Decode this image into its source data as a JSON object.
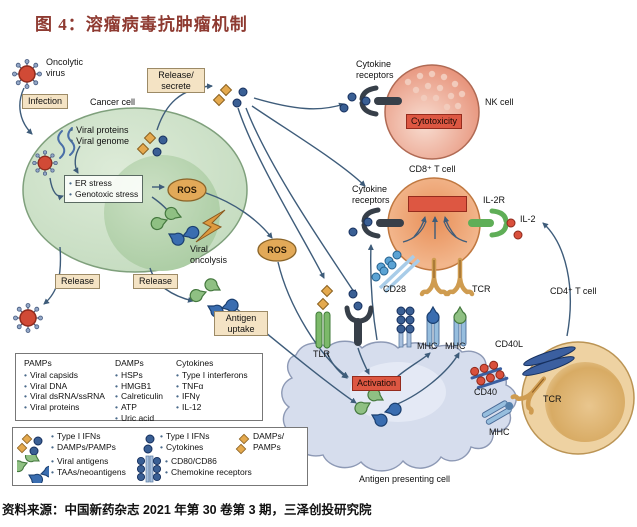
{
  "title": "图 4：溶瘤病毒抗肿瘤机制",
  "source": "资料来源：中国新药杂志 2021 年第 30 卷第 3 期，三泽创投研究院",
  "colors": {
    "title_red": "#8e3a31",
    "arrow": "#3e5c7a",
    "cancer_cell_green": "#cbe0c6",
    "nk_cell_salmon": "#e8947b",
    "cd8_cell_orange": "#f0b085",
    "cd4_cell_tan": "#eed2a2",
    "apc_blue": "#d6dded",
    "label_box_tan": "#f4e3c4",
    "alert_red": "#dd5742"
  },
  "labels": {
    "oncolytic_virus": "Oncolytic virus",
    "infection": "Infection",
    "cancer_cell": "Cancer cell",
    "viral_proteins": "Viral proteins",
    "viral_genome": "Viral genome",
    "er_stress": "ER stress",
    "genotoxic_stress": "Genotoxic stress",
    "ros": "ROS",
    "release_secrete": [
      "Release/",
      "secrete"
    ],
    "release": "Release",
    "viral_oncolysis": "Viral oncolysis",
    "antigen_uptake": "Antigen uptake",
    "cytokine_receptors": "Cytokine receptors",
    "cytotoxicity": "Cytotoxicity",
    "nk_cell": "NK cell",
    "cd8_t_cell": "CD8⁺ T cell",
    "il2r": "IL-2R",
    "il2": "IL-2",
    "cd28": "CD28",
    "tcr": "TCR",
    "cd4_t_cell": "CD4⁺ T cell",
    "cd40l": "CD40L",
    "cd40": "CD40",
    "mhc": "MHC",
    "tlr": "TLR",
    "activation": "Activation",
    "antigen_presenting_cell": "Antigen presenting cell"
  },
  "pamps_box": {
    "columns": [
      {
        "title": "PAMPs",
        "items": [
          "Viral capsids",
          "Viral DNA",
          "Viral dsRNA/ssRNA",
          "Viral proteins"
        ]
      },
      {
        "title": "DAMPs",
        "items": [
          "HSPs",
          "HMGB1",
          "Calreticulin",
          "ATP",
          "Uric acid"
        ]
      },
      {
        "title": "Cytokines",
        "items": [
          "Type I interferons",
          "TNFα",
          "IFNγ",
          "IL-12"
        ]
      }
    ]
  },
  "legend": {
    "items": [
      {
        "icon": "diamonds-and-circles",
        "lines": [
          "Type I IFNs",
          "DAMPs/PAMPs"
        ]
      },
      {
        "icon": "blue-circles",
        "lines": [
          "Type I IFNs",
          "Cytokines"
        ]
      },
      {
        "icon": "orange-diamonds",
        "lines": [
          "DAMPs/",
          "PAMPs"
        ]
      },
      {
        "icon": "pacman-antigens",
        "lines": [
          "Viral antigens",
          "TAAs/neoantigens"
        ]
      },
      {
        "icon": "receptor-with-circles",
        "lines": [
          "CD80/CD86",
          "Chemokine receptors"
        ]
      }
    ]
  }
}
